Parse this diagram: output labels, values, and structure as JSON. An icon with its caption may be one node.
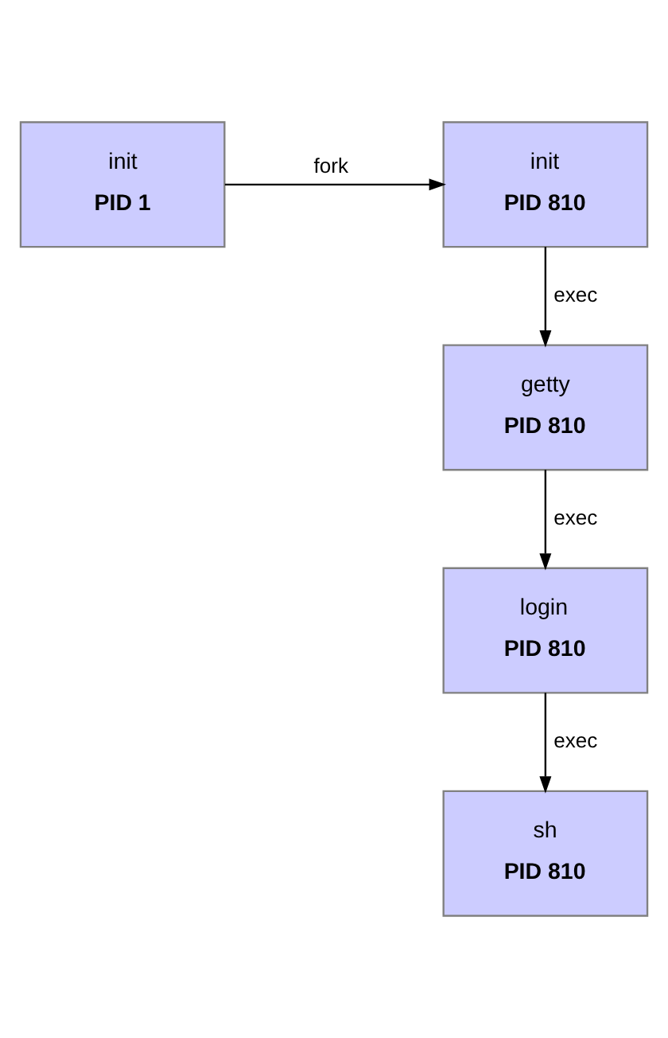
{
  "diagram": {
    "nodes": [
      {
        "text": [
          "init",
          "PID 1"
        ]
      },
      {
        "text": [
          "init",
          "PID 810"
        ]
      },
      {
        "text": [
          "getty",
          "PID 810"
        ]
      },
      {
        "text": [
          "login",
          "PID 810"
        ]
      },
      {
        "text": [
          "sh",
          "PID 810"
        ]
      }
    ],
    "edges": [
      {
        "from": 0,
        "to": 1,
        "arrow": "to",
        "label": "fork"
      },
      {
        "from": 1,
        "to": 2,
        "arrow": "to",
        "label": "exec"
      },
      {
        "from": 2,
        "to": 3,
        "arrow": "to",
        "label": "exec"
      },
      {
        "from": 3,
        "to": 4,
        "arrow": "to",
        "label": "exec"
      }
    ]
  }
}
